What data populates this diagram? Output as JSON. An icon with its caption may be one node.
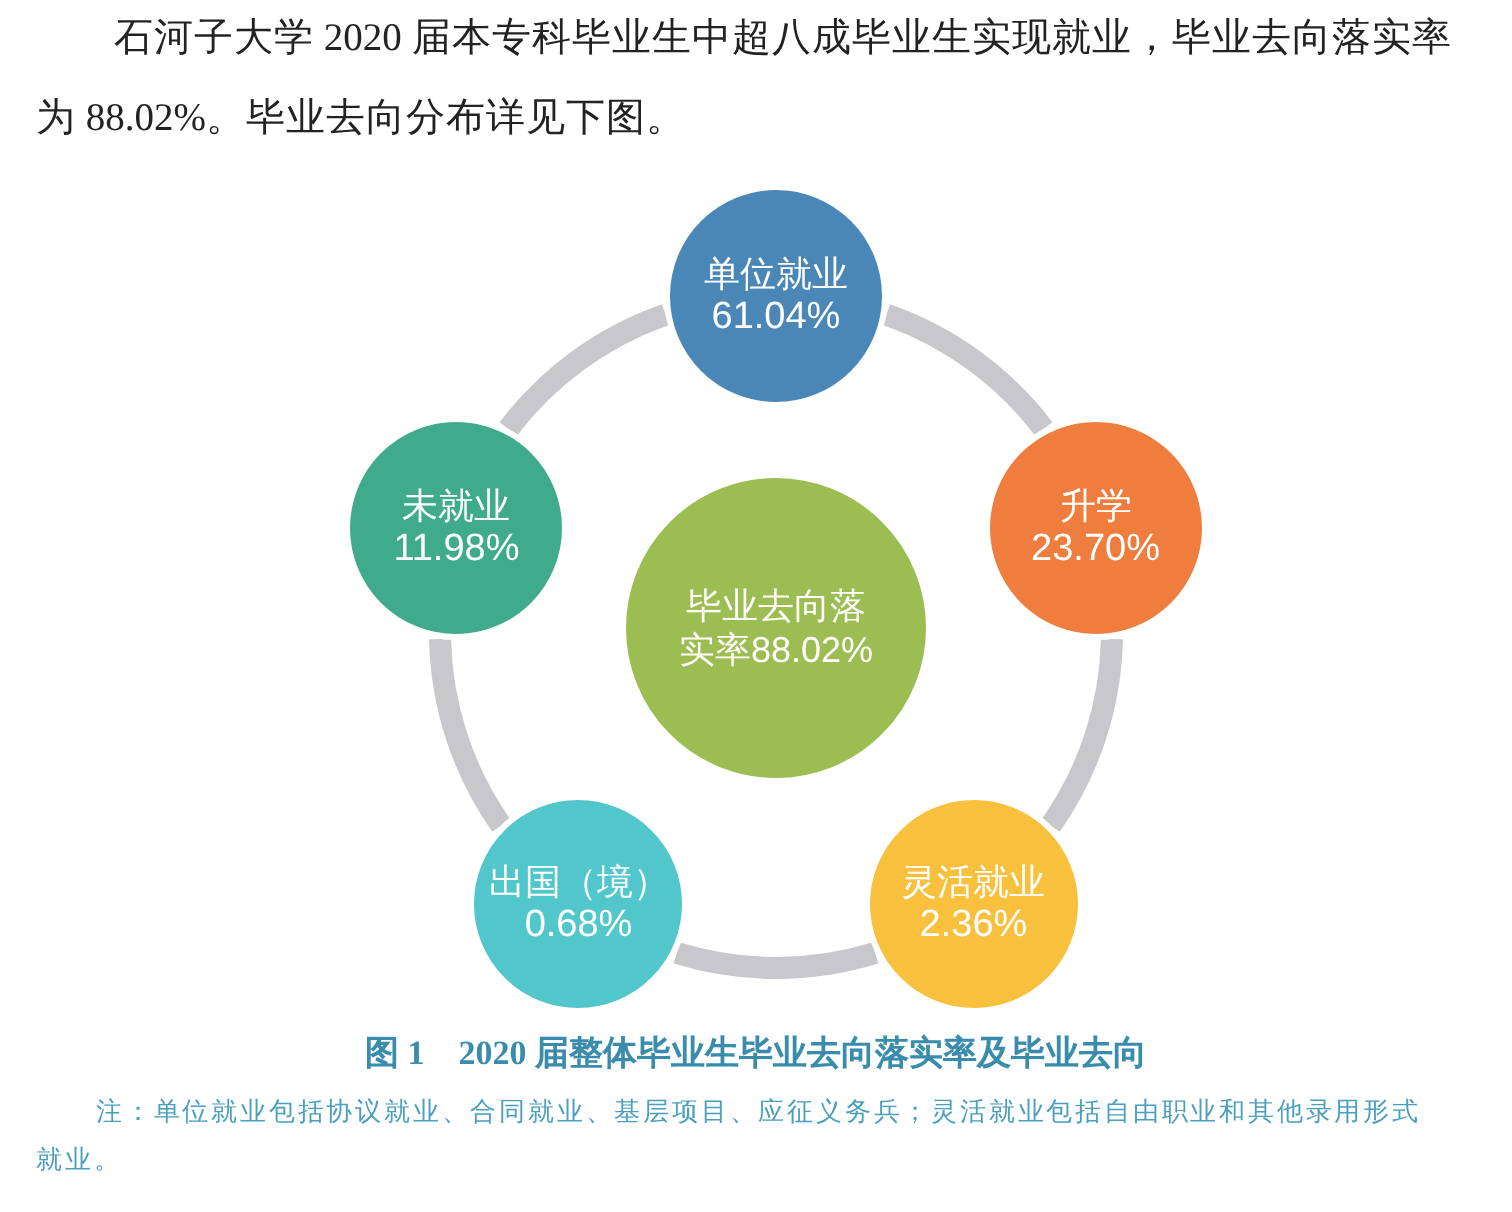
{
  "diagram": {
    "caption": "图 1　2020 届整体毕业生毕业去向落实率及毕业去向",
    "nodes": [
      {
        "text": [
          "单位就业",
          "61.04%"
        ]
      },
      {
        "text": [
          "未就业",
          "11.98%"
        ]
      },
      {
        "text": [
          "升学",
          "23.70%"
        ]
      },
      {
        "text": [
          "毕业去向落实率88.02%"
        ]
      },
      {
        "text": [
          "出国（境）",
          "0.68%"
        ]
      },
      {
        "text": [
          "灵活就业",
          "2.36%"
        ]
      }
    ],
    "edges": [
      {
        "from": 0,
        "to": 2,
        "arrow": "none"
      },
      {
        "from": 2,
        "to": 5,
        "arrow": "none"
      },
      {
        "from": 5,
        "to": 4,
        "arrow": "none"
      },
      {
        "from": 4,
        "to": 1,
        "arrow": "none"
      },
      {
        "from": 1,
        "to": 0,
        "arrow": "none"
      }
    ],
    "labels": [
      "石河子大学 2020 届本专科毕业生中超八成毕业生实现就业，毕业去向落实率为 88.02%。毕业去向分布详见下图。",
      "注：单位就业包括协议就业、合同就业、基层项目、应征义务兵；灵活就业包括自由职业和其他录用形式就业。"
    ]
  }
}
